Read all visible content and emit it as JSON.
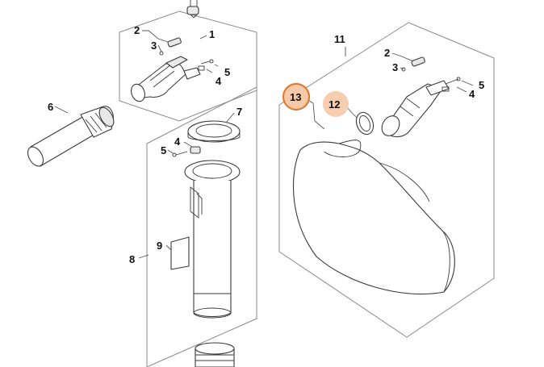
{
  "parts": {
    "p1": "1",
    "p2_a": "2",
    "p3_a": "3",
    "p4_a": "4",
    "p5_a": "5",
    "p6": "6",
    "p7": "7",
    "p8": "8",
    "p9": "9",
    "p4_b": "4",
    "p5_b": "5",
    "p11": "11",
    "p2_b": "2",
    "p3_b": "3",
    "p4_c": "4",
    "p5_c": "5",
    "p12": "12",
    "p13": "13"
  },
  "highlight": {
    "circle_primary_color": "#e0742a",
    "circle_primary_fill": "#f6c9a8",
    "circle_secondary_fill": "#f7cdb0"
  }
}
